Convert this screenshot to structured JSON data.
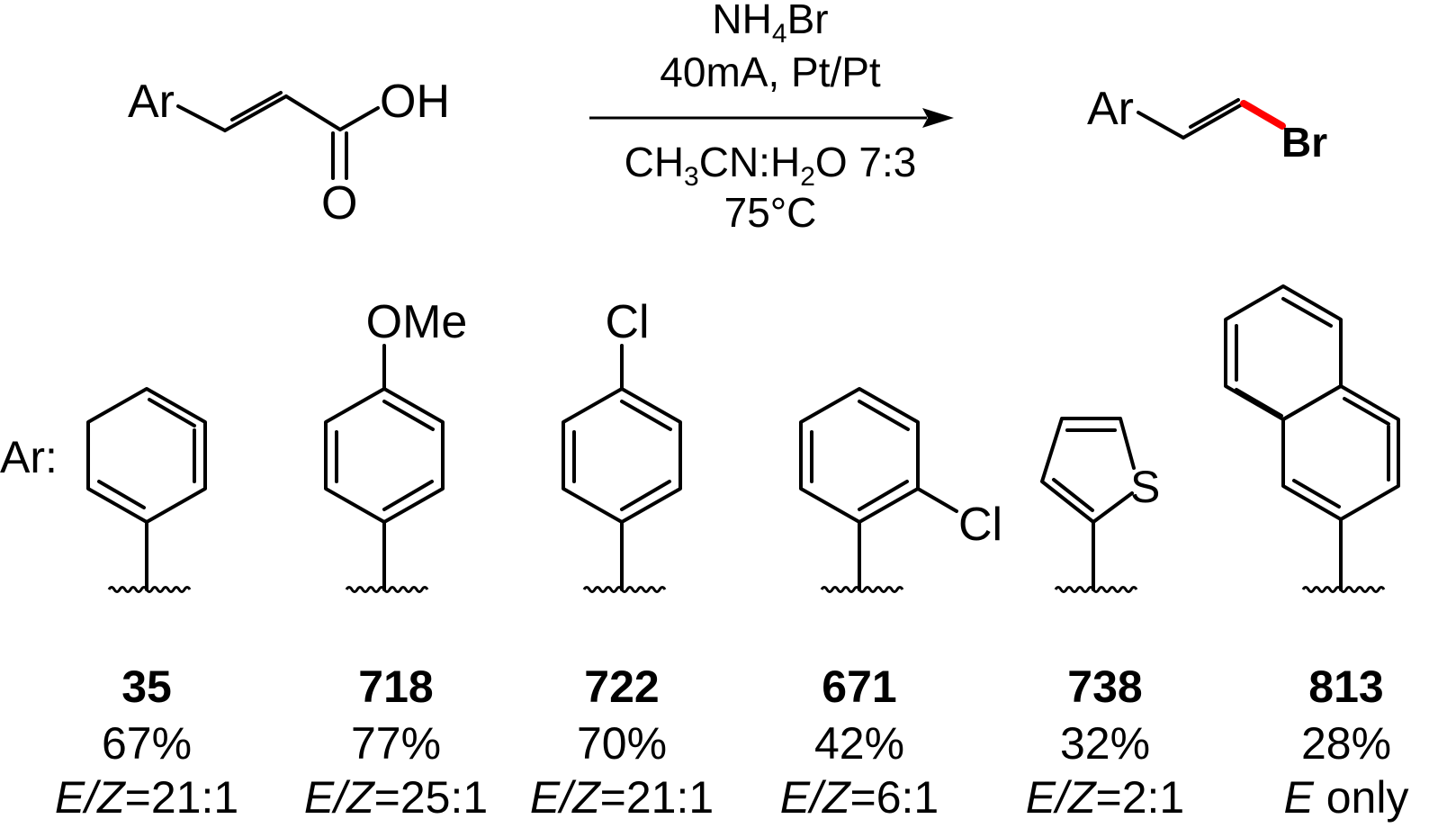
{
  "reactant": {
    "ar_label": "Ar",
    "oh_label": "OH",
    "o_label": "O"
  },
  "conditions": {
    "reagent_main": "NH",
    "reagent_sub": "4",
    "reagent_tail": "Br",
    "line2": "40mA, Pt/Pt",
    "solvent_a": "CH",
    "solvent_a_sub": "3",
    "solvent_b": "CN:H",
    "solvent_b_sub": "2",
    "solvent_c": "O 7:3",
    "temperature": "75°C"
  },
  "product": {
    "ar_label": "Ar",
    "br_label": "Br",
    "br_color": "#ff0000"
  },
  "ar_prefix": "Ar:",
  "substrates": [
    {
      "id": "35",
      "yield": "67%",
      "sel_italic": "E/Z",
      "sel_rest": "=21:1"
    },
    {
      "id": "718",
      "yield": "77%",
      "sel_italic": "E/Z",
      "sel_rest": "=25:1",
      "substituent": "OMe"
    },
    {
      "id": "722",
      "yield": "70%",
      "sel_italic": "E/Z",
      "sel_rest": "=21:1",
      "substituent": "Cl"
    },
    {
      "id": "671",
      "yield": "42%",
      "sel_italic": "E/Z",
      "sel_rest": "=6:1",
      "substituent": "Cl"
    },
    {
      "id": "738",
      "yield": "32%",
      "sel_italic": "E/Z",
      "sel_rest": "=2:1",
      "heteroatom": "S"
    },
    {
      "id": "813",
      "yield": "28%",
      "sel_italic": "E",
      "sel_rest": " only"
    }
  ]
}
